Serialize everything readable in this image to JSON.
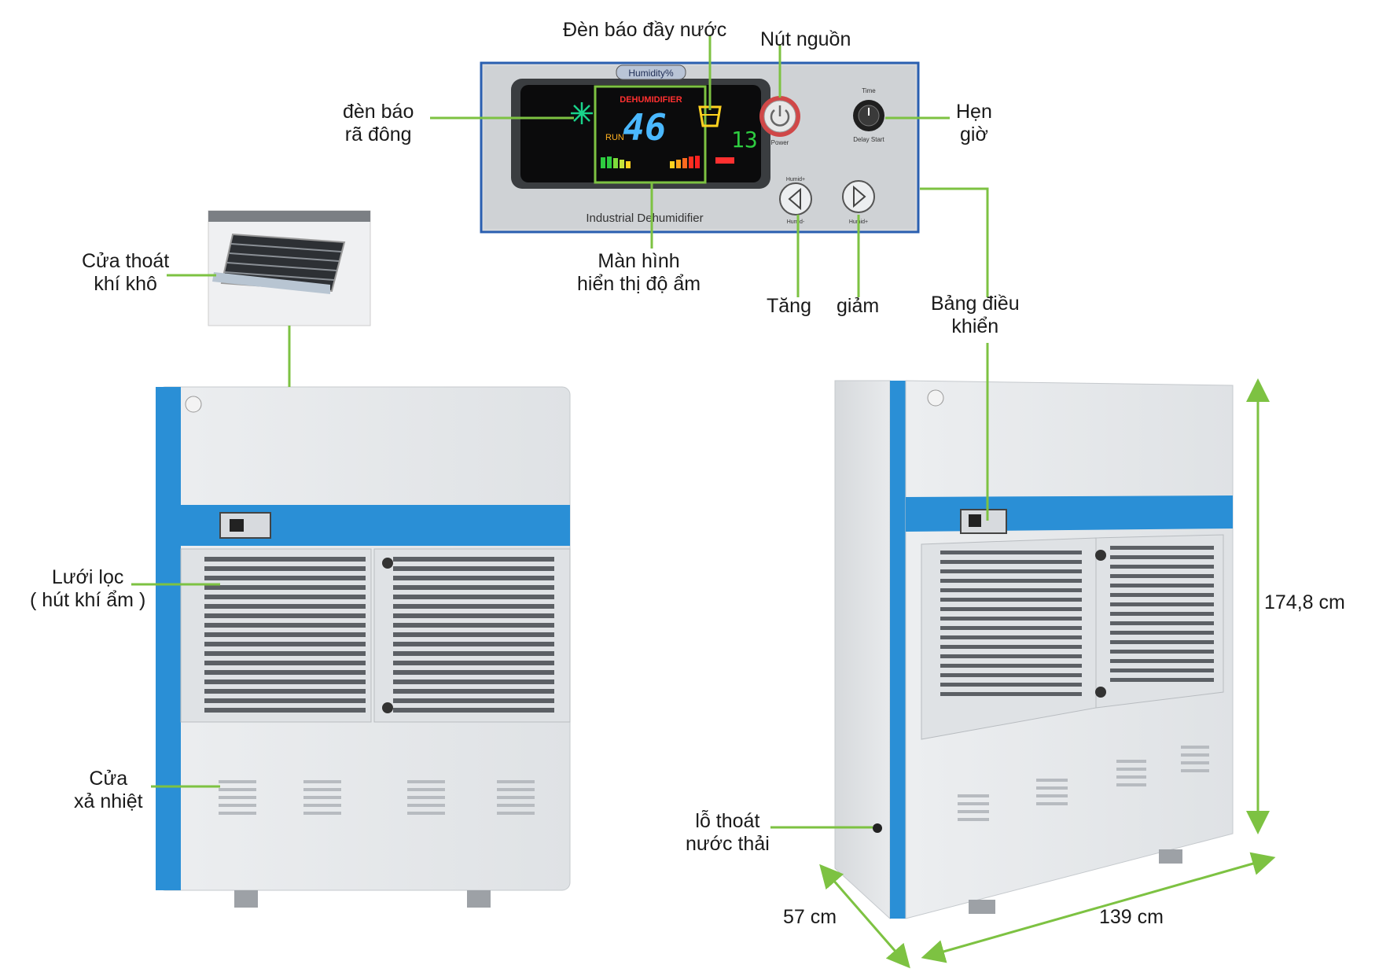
{
  "colors": {
    "accent_green": "#7dc242",
    "cabinet_blue": "#2a8fd6",
    "panel_grey": "#d8dadd",
    "lcd_blue": "#4ab8ff",
    "lcd_red": "#ff3030"
  },
  "labels": {
    "full_water_indicator": "Đèn báo đầy nước",
    "power_button": "Nút nguồn",
    "defrost_indicator": [
      "đèn báo",
      "rã đông"
    ],
    "timer": [
      "Hẹn",
      "giờ"
    ],
    "humidity_display": [
      "Màn hình",
      "hiển thị độ ẩm"
    ],
    "increase": "Tăng",
    "decrease": "giảm",
    "control_panel": [
      "Bảng điều",
      "khiển"
    ],
    "dry_air_outlet": [
      "Cửa thoát",
      "khí khô"
    ],
    "filter_mesh": [
      "Lưới lọc",
      "( hút khí ẩm )"
    ],
    "heat_vent": [
      "Cửa",
      "xả nhiệt"
    ],
    "drain_hole": [
      "lỗ thoát",
      "nước thải"
    ],
    "depth": "57 cm",
    "width": "139 cm",
    "height": "174,8 cm"
  },
  "panel": {
    "humidity_badge": "Humidity%",
    "mode_text": "DEHUMIDIFIER",
    "humidity_value": "46",
    "temperature_value": "13",
    "power_caption": "Power",
    "time_caption": "Time",
    "delay_caption": "Delay Start",
    "humid_up_caption": "Humid+",
    "humid_down_caption": "Humid-",
    "brand_text": "Industrial Dehumidifier"
  }
}
